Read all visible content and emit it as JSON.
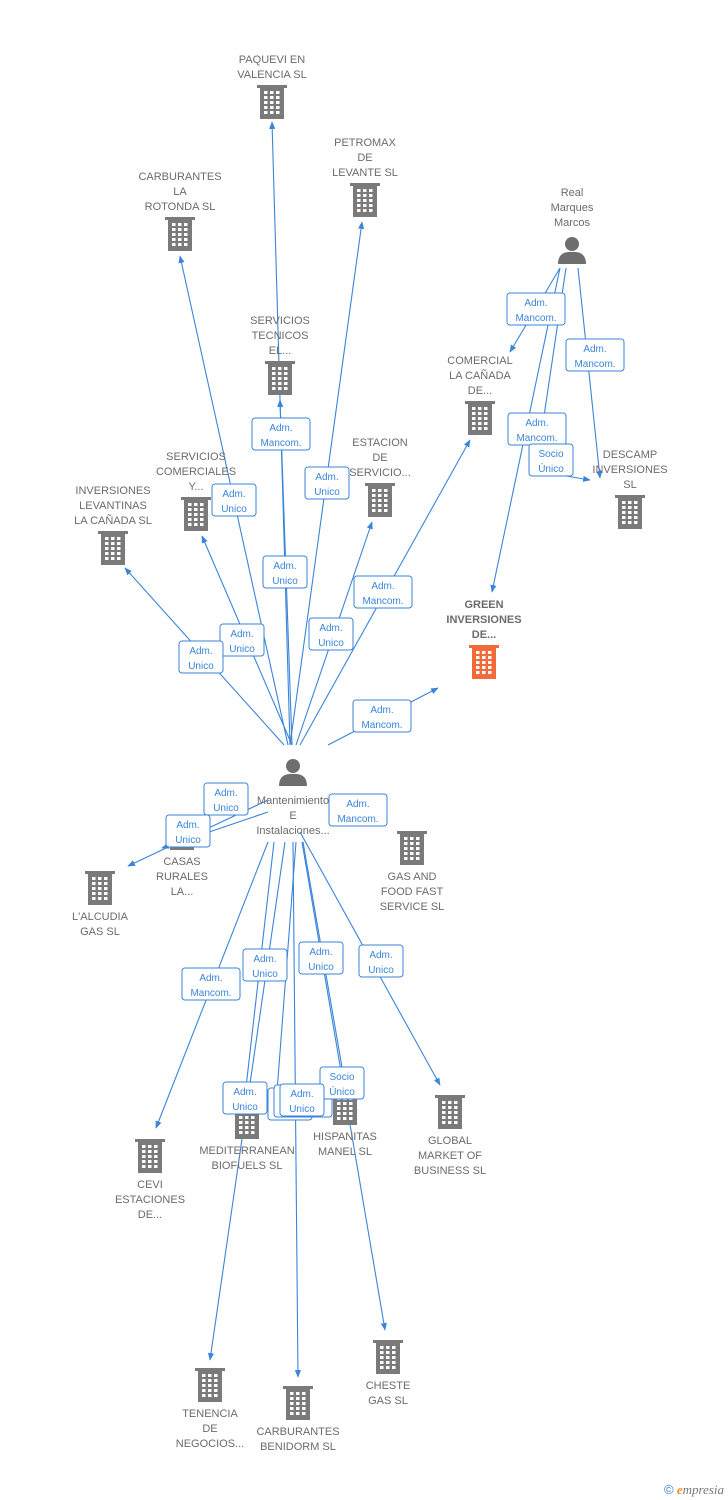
{
  "colors": {
    "edge": "#3a85d8",
    "building": "#7a7a7a",
    "focus": "#f26a38",
    "person": "#6e6e6e",
    "text": "#6b6b6b"
  },
  "nodes": [
    {
      "id": "paquevi",
      "type": "company",
      "icon": "building-icon",
      "lines": [
        "PAQUEVI EN",
        "VALENCIA SL"
      ]
    },
    {
      "id": "petromax",
      "type": "company",
      "icon": "building-icon",
      "lines": [
        "PETROMAX",
        "DE",
        "LEVANTE  SL"
      ]
    },
    {
      "id": "carburantes-rotonda",
      "type": "company",
      "icon": "building-icon",
      "lines": [
        "CARBURANTES",
        "LA",
        "ROTONDA  SL"
      ]
    },
    {
      "id": "real-marques",
      "type": "person",
      "icon": "person-icon",
      "lines": [
        "Real",
        "Marques",
        "Marcos"
      ]
    },
    {
      "id": "servicios-tecnicos",
      "type": "company",
      "icon": "building-icon",
      "lines": [
        "SERVICIOS",
        "TECNICOS",
        "EL..."
      ]
    },
    {
      "id": "comercial-canada",
      "type": "company",
      "icon": "building-icon",
      "lines": [
        "COMERCIAL",
        "LA CAÑADA",
        "DE..."
      ]
    },
    {
      "id": "estacion-servicio",
      "type": "company",
      "icon": "building-icon",
      "lines": [
        "ESTACION",
        "DE",
        "SERVICIO..."
      ]
    },
    {
      "id": "servicios-comerciales",
      "type": "company",
      "icon": "building-icon",
      "lines": [
        "SERVICIOS",
        "COMERCIALES",
        "Y..."
      ]
    },
    {
      "id": "descamp",
      "type": "company",
      "icon": "building-icon",
      "lines": [
        "DESCAMP",
        "INVERSIONES",
        "SL"
      ]
    },
    {
      "id": "inversiones-levantinas",
      "type": "company",
      "icon": "building-icon",
      "lines": [
        "INVERSIONES",
        "LEVANTINAS",
        "LA CAÑADA  SL"
      ]
    },
    {
      "id": "green-inversiones",
      "type": "focus",
      "icon": "building-icon",
      "lines": [
        "GREEN",
        "INVERSIONES",
        "DE..."
      ]
    },
    {
      "id": "mantenimiento",
      "type": "person",
      "icon": "person-icon",
      "lines": [
        "Mantenimiento",
        "E",
        "Instalaciones..."
      ]
    },
    {
      "id": "casas-rurales",
      "type": "company",
      "icon": "building-icon",
      "lines": [
        "CASAS",
        "RURALES",
        "LA..."
      ]
    },
    {
      "id": "gas-food",
      "type": "company",
      "icon": "building-icon",
      "lines": [
        "GAS AND",
        "FOOD FAST",
        "SERVICE SL"
      ]
    },
    {
      "id": "alcudia",
      "type": "company",
      "icon": "building-icon",
      "lines": [
        "L'ALCUDIA",
        "GAS SL"
      ]
    },
    {
      "id": "cevi",
      "type": "company",
      "icon": "building-icon",
      "lines": [
        "CEVI",
        "ESTACIONES",
        "DE..."
      ]
    },
    {
      "id": "mediterranean",
      "type": "company",
      "icon": "building-icon",
      "lines": [
        "MEDITERRANEAN",
        "BIOFUELS SL"
      ]
    },
    {
      "id": "hispanitas",
      "type": "company",
      "icon": "building-icon",
      "lines": [
        "HISPANITAS",
        "MANEL SL"
      ]
    },
    {
      "id": "global-market",
      "type": "company",
      "icon": "building-icon",
      "lines": [
        "GLOBAL",
        "MARKET OF",
        "BUSINESS  SL"
      ]
    },
    {
      "id": "tenencia",
      "type": "company",
      "icon": "building-icon",
      "lines": [
        "TENENCIA",
        "DE",
        "NEGOCIOS..."
      ]
    },
    {
      "id": "carburantes-benidorm",
      "type": "company",
      "icon": "building-icon",
      "lines": [
        "CARBURANTES",
        "BENIDORM SL"
      ]
    },
    {
      "id": "cheste",
      "type": "company",
      "icon": "building-icon",
      "lines": [
        "CHESTE",
        "GAS  SL"
      ]
    }
  ],
  "badges": [
    {
      "lines": [
        "Adm.",
        "Mancom."
      ]
    },
    {
      "lines": [
        "Adm.",
        "Mancom."
      ]
    },
    {
      "lines": [
        "Adm.",
        "Mancom."
      ]
    },
    {
      "lines": [
        "Adm.",
        "Mancom."
      ]
    },
    {
      "lines": [
        "Adm.",
        "Unico"
      ]
    },
    {
      "lines": [
        "Adm.",
        "Unico"
      ]
    },
    {
      "lines": [
        "Adm.",
        "Mancom."
      ]
    },
    {
      "lines": [
        "Socio",
        "Único"
      ]
    },
    {
      "lines": [
        "Adm.",
        "Unico"
      ]
    },
    {
      "lines": [
        "Adm.",
        "Mancom."
      ]
    },
    {
      "lines": [
        "Adm.",
        "Unico"
      ]
    },
    {
      "lines": [
        "Adm.",
        "Unico"
      ]
    },
    {
      "lines": [
        "Adm.",
        "Unico"
      ]
    },
    {
      "lines": [
        "Adm.",
        "Mancom."
      ]
    },
    {
      "lines": [
        "Adm.",
        "Unico"
      ]
    },
    {
      "lines": [
        "Adm.",
        "Unico"
      ]
    },
    {
      "lines": [
        "Adm.",
        "Mancom."
      ]
    },
    {
      "lines": [
        "Adm.",
        "Unico"
      ]
    },
    {
      "lines": [
        "Adm.",
        "Unico"
      ]
    },
    {
      "lines": [
        "Adm.",
        "Unico"
      ]
    },
    {
      "lines": [
        "Adm.",
        "Unico"
      ]
    },
    {
      "lines": [
        "Adm.",
        "Unico"
      ]
    },
    {
      "lines": [
        "Adm.",
        "Mancom."
      ]
    },
    {
      "lines": [
        "Socio",
        "Único"
      ]
    },
    {
      "lines": [
        "Adm.",
        "Unico"
      ]
    }
  ],
  "footer": {
    "copyright": "©",
    "brand_initial": "e",
    "brand_rest": "mpresia"
  }
}
